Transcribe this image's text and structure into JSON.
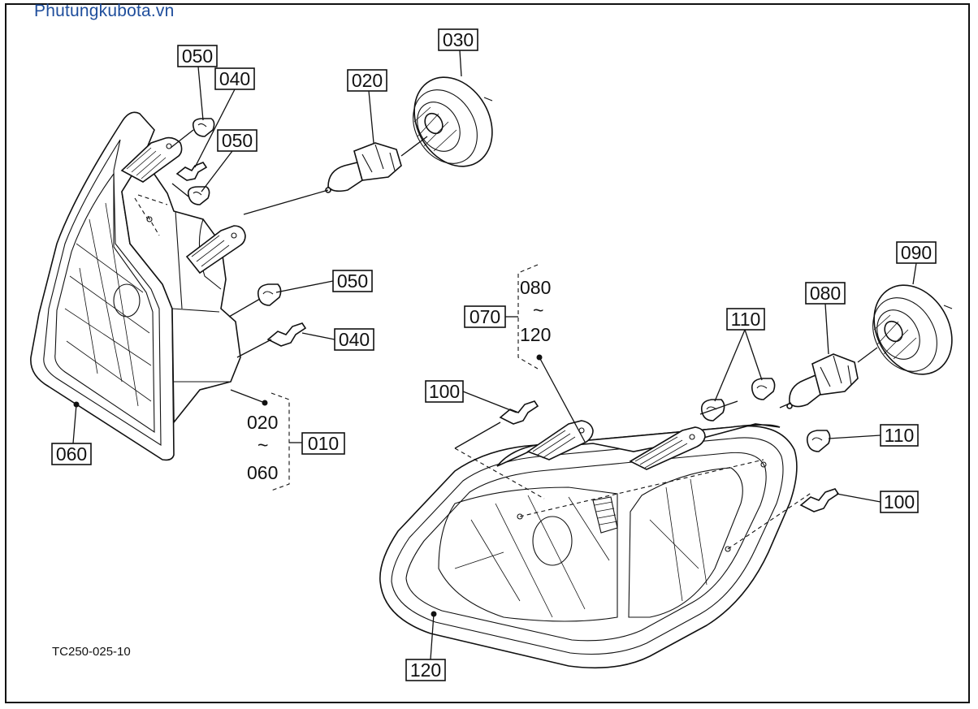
{
  "watermark": "Phutungkubota.vn",
  "drawing_code": "TC250-025-10",
  "callouts": {
    "p030": "030",
    "p020": "020",
    "p050_top": "050",
    "p040_top": "040",
    "p050_mid": "050",
    "p050_right": "050",
    "p040_right": "040",
    "p060": "060",
    "p010": "010",
    "p070": "070",
    "p080_bulb": "080",
    "p090": "090",
    "p110_top": "110",
    "p110_right": "110",
    "p100_left": "100",
    "p100_right": "100",
    "p120": "120"
  },
  "ranges": {
    "left_assembly_from": "020",
    "left_assembly_sep": "~",
    "left_assembly_to": "060",
    "right_assembly_from": "080",
    "right_assembly_sep": "~",
    "right_assembly_to": "120"
  }
}
